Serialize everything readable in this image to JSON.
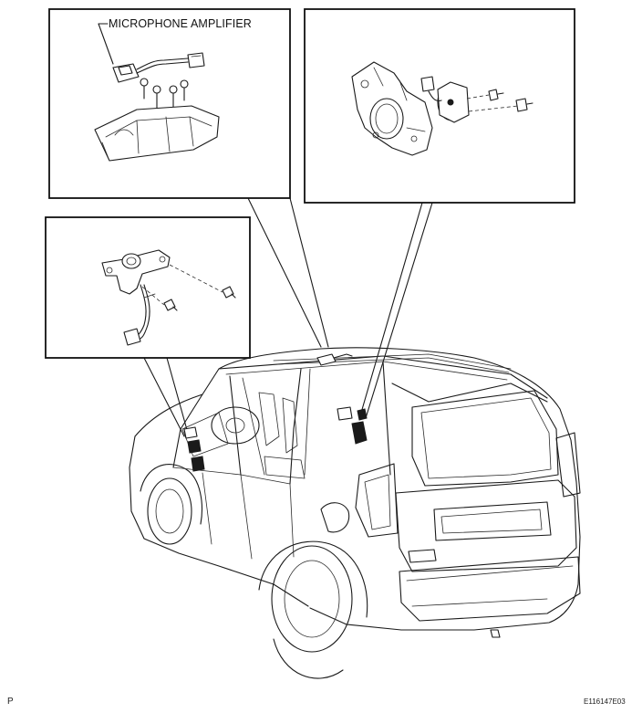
{
  "labels": {
    "microphone_amplifier": "MICROPHONE AMPLIFIER"
  },
  "corner": {
    "bottom_left": "P",
    "bottom_right": "E116147E03"
  }
}
